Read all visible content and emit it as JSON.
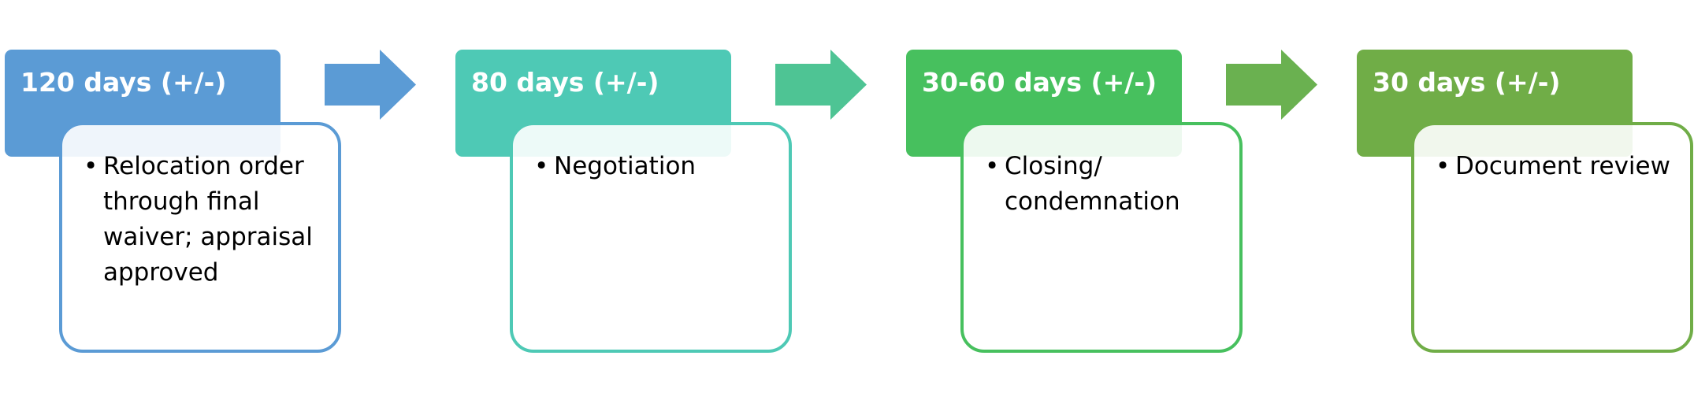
{
  "steps": [
    {
      "header": "120 days (+/-)",
      "color": "#5b9bd5",
      "bullets": [
        "Relocation order through final waiver; appraisal approved"
      ]
    },
    {
      "header": "80 days (+/-)",
      "color": "#4ec9b5",
      "bullets": [
        "Negotiation"
      ]
    },
    {
      "header": "30-60 days (+/-)",
      "color": "#47c05e",
      "bullets": [
        "Closing/ condemnation"
      ]
    },
    {
      "header": "30 days (+/-)",
      "color": "#70ad47",
      "bullets": [
        "Document review"
      ]
    }
  ],
  "arrows": [
    {
      "color": "#5b9bd5"
    },
    {
      "color": "#4ec494"
    },
    {
      "color": "#6ab150"
    }
  ]
}
